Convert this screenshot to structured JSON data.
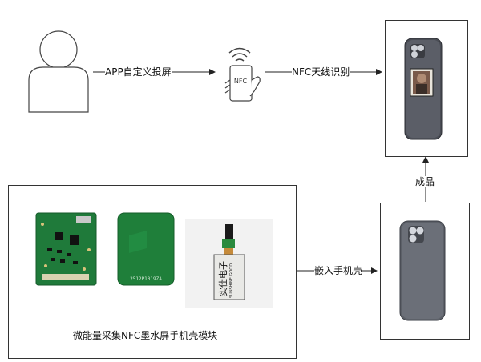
{
  "diagram": {
    "labels": {
      "app_projection": "APP自定义投屏",
      "nfc_antenna": "NFC天线识别",
      "finished_product": "成品",
      "embed_phone_case": "嵌入手机壳",
      "module_caption": "微能量采集NFC墨水屏手机壳模块"
    },
    "nfc_phone_text": "NFC",
    "pcb_marking": "2512P1019ZA",
    "eink_screen_text_main": "实佳电子",
    "eink_screen_text_sub": "SUNSHINE GOOD"
  }
}
